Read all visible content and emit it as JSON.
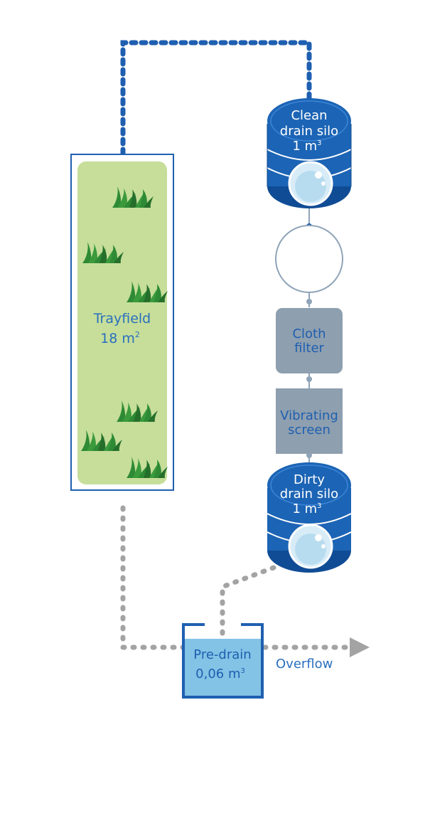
{
  "nodes": {
    "trayfield": {
      "name": "Trayfield",
      "area": "18 m",
      "unit_exp": "2"
    },
    "clean_silo": {
      "line1": "Clean",
      "line2": "drain silo",
      "volume": "1 m",
      "unit_exp": "3"
    },
    "cloth_filter": {
      "line1": "Cloth",
      "line2": "filter"
    },
    "vibrating_screen": {
      "line1": "Vibrating",
      "line2": "screen"
    },
    "dirty_silo": {
      "line1": "Dirty",
      "line2": "drain silo",
      "volume": "1 m",
      "unit_exp": "3"
    },
    "pre_drain": {
      "line1": "Pre-drain",
      "volume": "0,06 m",
      "unit_exp": "3"
    }
  },
  "labels": {
    "overflow": "Overflow"
  },
  "colors": {
    "clean_line": "#1f5fb0",
    "dirty_line": "#a3a3a3",
    "silo_blue": "#1c64b5",
    "silo_dark": "#104c95",
    "field_green": "#c6de9a",
    "grass_green": "#2e8a34",
    "grey_box": "#8e9faf",
    "label_blue": "#2a6fbf",
    "water_light": "#82c3e6",
    "pump_outline": "#8fa4b8"
  },
  "icons": [
    "grass-icon",
    "water-drop-icon",
    "arrow-right-icon"
  ]
}
